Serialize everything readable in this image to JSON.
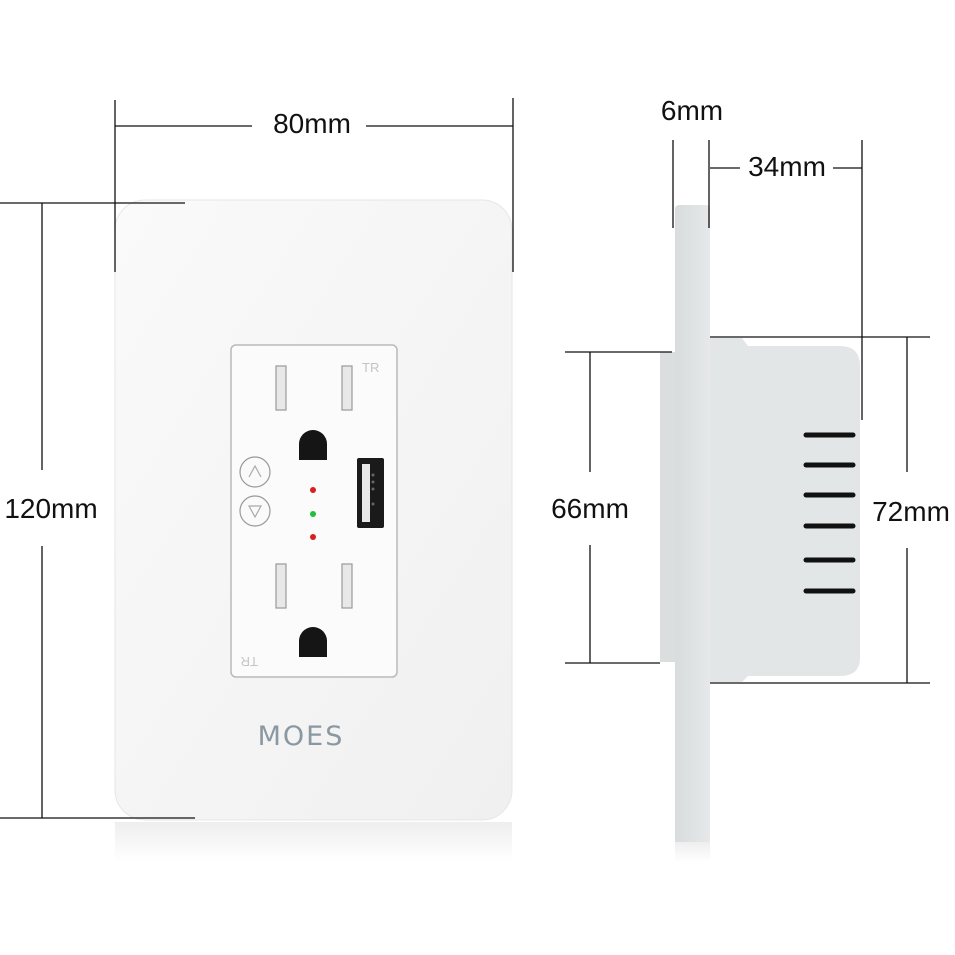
{
  "dimensions": {
    "width": "80mm",
    "height": "120mm",
    "plate_thickness": "6mm",
    "body_depth": "34mm",
    "front_protrusion_height": "66mm",
    "body_height": "72mm"
  },
  "product": {
    "brand": "MOES",
    "tr_mark_top": "TR",
    "tr_mark_bottom": "TR",
    "led_colors": [
      "#d42020",
      "#22c03a",
      "#d42020"
    ]
  }
}
